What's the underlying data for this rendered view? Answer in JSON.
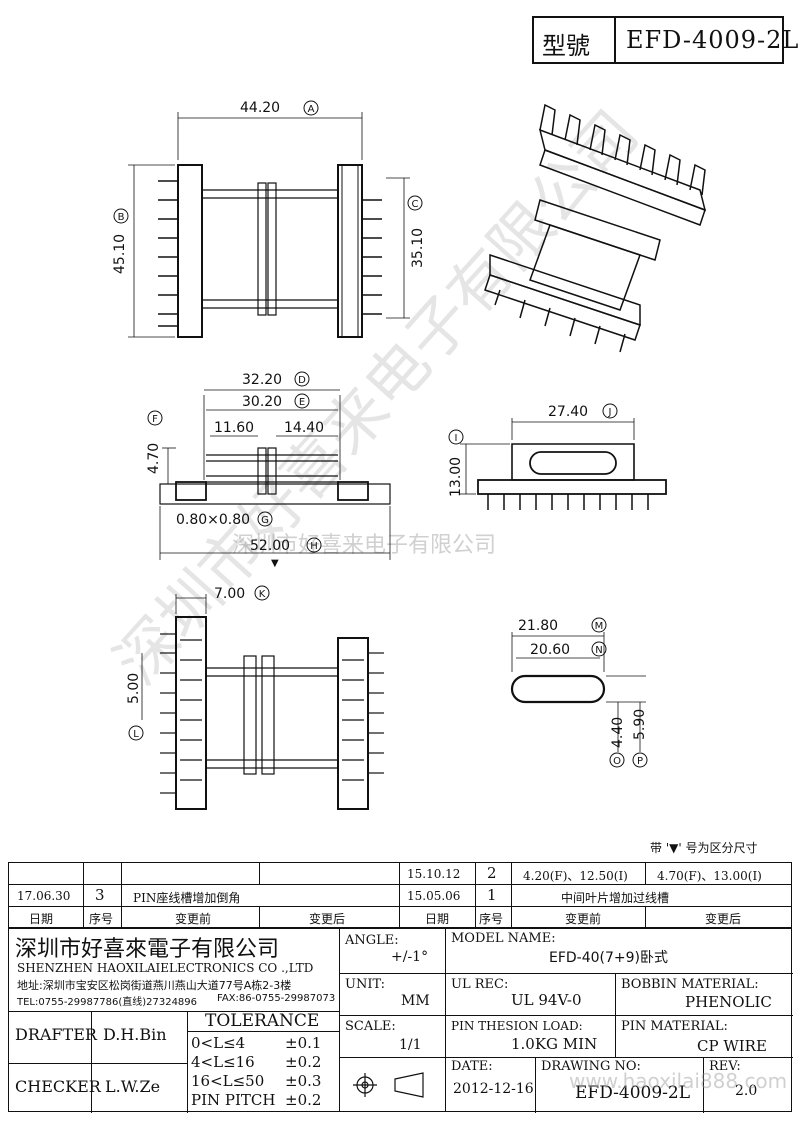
{
  "title_block_top": {
    "label": "型號",
    "model": "EFD-4009-2L"
  },
  "dims": {
    "A": "44.20",
    "B": "45.10",
    "C": "35.10",
    "D": "32.20",
    "E": "30.20",
    "d1": "11.60",
    "d2": "14.40",
    "F": "4.70",
    "G": "0.80×0.80",
    "H": "52.00",
    "I": "13.00",
    "J": "27.40",
    "K": "7.00",
    "L": "5.00",
    "M": "21.80",
    "N": "20.60",
    "O": "4.40",
    "P": "5.90"
  },
  "circle_labels": [
    "A",
    "B",
    "C",
    "D",
    "E",
    "F",
    "G",
    "H",
    "I",
    "J",
    "K",
    "L",
    "M",
    "N",
    "O",
    "P"
  ],
  "note": "带 '▼' 号为区分尺寸",
  "revisions": [
    {
      "date": "15.10.12",
      "no": "2",
      "before": "4.20(F)、12.50(I)",
      "after": "4.70(F)、13.00(I)"
    },
    {
      "date": "17.06.30",
      "no": "3",
      "before": "PIN座线槽增加倒角",
      "after": ""
    },
    {
      "date": "15.05.06",
      "no": "1",
      "before": "中间叶片增加过线槽",
      "after": ""
    }
  ],
  "rev_headers": {
    "date": "日期",
    "no": "序号",
    "before": "变更前",
    "after": "变更后"
  },
  "company": {
    "name_cn": "深圳市好喜來電子有限公司",
    "name_en": "SHENZHEN HAOXILAIELECTRONICS CO .,LTD",
    "address": "地址:深圳市宝安区松岗街道燕川燕山大道77号A栋2-3楼",
    "tel": "TEL:0755-29987786(直线)27324896",
    "fax": "FAX:86-0755-29987073"
  },
  "people": {
    "drafter_label": "DRAFTER",
    "drafter": "D.H.Bin",
    "checker_label": "CHECKER",
    "checker": "L.W.Ze"
  },
  "tolerance": {
    "title": "TOLERANCE",
    "rows": [
      {
        "range": "0<L≤4",
        "value": "±0.1"
      },
      {
        "range": "4<L≤16",
        "value": "±0.2"
      },
      {
        "range": "16<L≤50",
        "value": "±0.3"
      },
      {
        "range": "PIN PITCH",
        "value": "±0.2"
      }
    ]
  },
  "specs": {
    "angle_label": "ANGLE:",
    "angle": "+/-1°",
    "unit_label": "UNIT:",
    "unit": "MM",
    "scale_label": "SCALE:",
    "scale": "1/1",
    "model_label": "MODEL NAME:",
    "model": "EFD-40(7+9)卧式",
    "ul_label": "UL REC:",
    "ul": "UL 94V-0",
    "load_label": "PIN THESION LOAD:",
    "load": "1.0KG MIN",
    "date_label": "DATE:",
    "date": "2012-12-16",
    "drawing_label": "DRAWING NO:",
    "drawing": "EFD-4009-2L",
    "bobbin_label": "BOBBIN MATERIAL:",
    "bobbin": "PHENOLIC",
    "pin_label": "PIN MATERIAL:",
    "pin": "CP  WIRE",
    "rev_label": "REV:",
    "rev": "2.0"
  },
  "watermark": {
    "text_main": "深圳市好喜来电子有限公司",
    "text_center": "深圳市好喜来电子有限公司",
    "text_url": "www.haoxilai888.com"
  }
}
